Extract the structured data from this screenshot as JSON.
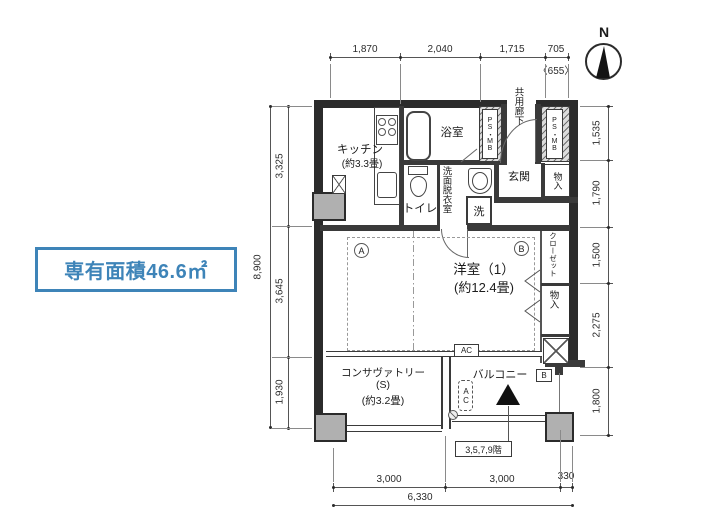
{
  "area_box": {
    "label": "専有面積46.6㎡"
  },
  "compass": {
    "label": "N"
  },
  "rooms": {
    "kitchen": "キッチン",
    "kitchen_size": "(約3.3畳)",
    "bath": "浴室",
    "toilet": "トイレ",
    "washroom": "洗面脱衣室",
    "laundry": "洗",
    "entrance": "玄関",
    "corridor": "共用廊下",
    "ps_mb_left": "PS・MB",
    "ps_mb_right": "PS・MB",
    "storage_entry": "物入",
    "closet": "クローゼット",
    "storage_side": "物入",
    "main_room": "洋室（1）",
    "main_room_size": "(約12.4畳)",
    "conservatory": "コンサヴァトリー",
    "conservatory_tag": "(S)",
    "conservatory_size": "(約3.2畳)",
    "balcony": "バルコニー"
  },
  "marks": {
    "point_a": "A",
    "point_b": "B",
    "ac_indoor": "AC",
    "ac_outdoor": "AC",
    "balcony_b": "B",
    "floors": "3,5,7,9階"
  },
  "dims": {
    "top": [
      "1,870",
      "2,040",
      "1,715",
      "705"
    ],
    "top_offset": "〈655〉",
    "left_total": "8,900",
    "left": [
      "3,325",
      "3,645",
      "1,930"
    ],
    "right": [
      "1,535",
      "1,790",
      "1,500",
      "2,275",
      "1,800"
    ],
    "bottom": [
      "3,000",
      "3,000",
      "330"
    ],
    "bottom_total": "6,330"
  },
  "colors": {
    "accent_blue": "#3e84b8",
    "wall": "#2b2b2b",
    "column_gray": "#b0b0b0"
  }
}
